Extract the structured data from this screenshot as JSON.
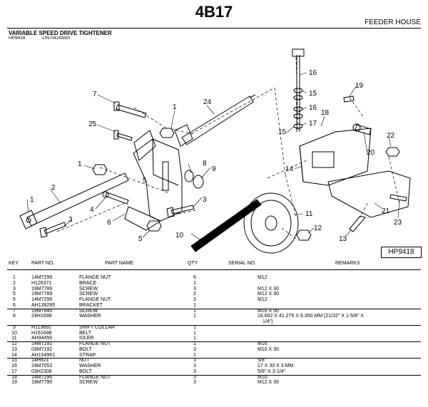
{
  "header": {
    "title": "4B17",
    "section": "FEEDER HOUSE",
    "subtitle": "VARIABLE SPEED DRIVE TIGHTENER",
    "code": "HP9418",
    "code_date": "-UN-04JAN00"
  },
  "figure": {
    "label": "HP9418",
    "callouts": [
      "1",
      "2",
      "3",
      "4",
      "5",
      "6",
      "7",
      "8",
      "9",
      "10",
      "11",
      "12",
      "13",
      "14",
      "15",
      "16",
      "17",
      "18",
      "19",
      "20",
      "21",
      "22",
      "23",
      "24",
      "25"
    ]
  },
  "table": {
    "columns": [
      "KEY",
      "PART NO.",
      "PART NAME",
      "QTY",
      "SERIAL NO.",
      "REMARKS"
    ],
    "rows": [
      {
        "key": "1",
        "part": "14M7299",
        "name": "FLANGE NUT",
        "qty": "6",
        "serial": "",
        "remarks": "M12"
      },
      {
        "key": "2",
        "part": "H126371",
        "name": "BRACE",
        "qty": "1",
        "serial": "",
        "remarks": ""
      },
      {
        "key": "3",
        "part": "19M7789",
        "name": "SCREW",
        "qty": "3",
        "serial": "",
        "remarks": "M12 X 30"
      },
      {
        "key": "5",
        "part": "19M7789",
        "name": "SCREW",
        "qty": "2",
        "serial": "",
        "remarks": "M12 X 30"
      },
      {
        "key": "5",
        "part": "14M7299",
        "name": "FLANGE NUT",
        "qty": "3",
        "serial": "",
        "remarks": "M12"
      },
      {
        "key": "6",
        "part": "AH139295",
        "name": "BRACKET",
        "qty": "1",
        "serial": "",
        "remarks": ""
      },
      {
        "key": "7",
        "part": "19M7845",
        "name": "SCREW",
        "qty": "1",
        "serial": "",
        "remarks": "M16 X 90"
      },
      {
        "key": "8",
        "part": "24H1698",
        "name": "WASHER",
        "qty": "1",
        "serial": "",
        "remarks": "16.662 X 41.275 X 6.350 MM (21/32\" X 1-5/8\" X",
        "remarks2": "1/4\")"
      },
      {
        "key": "9",
        "part": "H113892",
        "name": "SHIFT COLLAR",
        "qty": "1",
        "serial": "",
        "remarks": ""
      },
      {
        "key": "10",
        "part": "H161648",
        "name": "BELT",
        "qty": "1",
        "serial": "",
        "remarks": ""
      },
      {
        "key": "11",
        "part": "AH94450",
        "name": "IDLER",
        "qty": "1",
        "serial": "",
        "remarks": ""
      },
      {
        "key": "12",
        "part": "14M7291",
        "name": "FLANGE NUT",
        "qty": "1",
        "serial": "",
        "remarks": "M16"
      },
      {
        "key": "13",
        "part": "03M7192",
        "name": "BOLT",
        "qty": "3",
        "serial": "",
        "remarks": "M10 X 30"
      },
      {
        "key": "14",
        "part": "AH154961",
        "name": "STRAP",
        "qty": "1",
        "serial": "",
        "remarks": ""
      },
      {
        "key": "15",
        "part": "14H821",
        "name": "NUT",
        "qty": "3",
        "serial": "",
        "remarks": "5/8\""
      },
      {
        "key": "16",
        "part": "24M7053",
        "name": "WASHER",
        "qty": "3",
        "serial": "",
        "remarks": "17 X 30 X 3 MM"
      },
      {
        "key": "17",
        "part": "03H2308",
        "name": "BOLT",
        "qty": "3",
        "serial": "",
        "remarks": "5/8\" X 3-1/4\""
      },
      {
        "key": "18",
        "part": "14M7296",
        "name": "FLANGE NUT",
        "qty": "3",
        "serial": "",
        "remarks": "M10"
      },
      {
        "key": "19",
        "part": "19M7790",
        "name": "SCREW",
        "qty": "3",
        "serial": "",
        "remarks": "M12 X 35"
      }
    ]
  }
}
